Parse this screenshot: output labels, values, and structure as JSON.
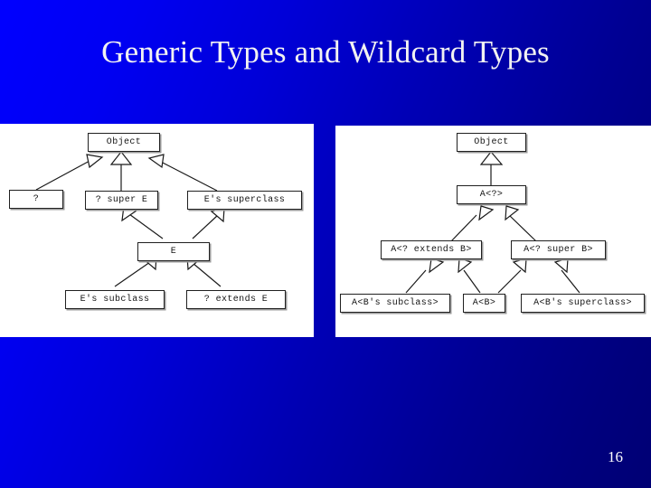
{
  "slide": {
    "title": "Generic Types and Wildcard Types",
    "page_number": "16",
    "background_start_color": "#0000ff",
    "background_end_color": "#000074",
    "title_color": "#f2f2f2"
  },
  "diagrams": [
    {
      "name": "wildcard-type-hierarchy",
      "nodes": [
        {
          "id": "object",
          "label": "Object"
        },
        {
          "id": "question",
          "label": "?"
        },
        {
          "id": "super-e",
          "label": "? super E"
        },
        {
          "id": "e-superclass",
          "label": "E's superclass"
        },
        {
          "id": "e",
          "label": "E"
        },
        {
          "id": "e-subclass",
          "label": "E's subclass"
        },
        {
          "id": "extends-e",
          "label": "? extends E"
        }
      ],
      "edges": [
        {
          "from": "question",
          "to": "object"
        },
        {
          "from": "super-e",
          "to": "object"
        },
        {
          "from": "e-superclass",
          "to": "object"
        },
        {
          "from": "e",
          "to": "super-e"
        },
        {
          "from": "e",
          "to": "e-superclass"
        },
        {
          "from": "e-subclass",
          "to": "e"
        },
        {
          "from": "extends-e",
          "to": "e"
        }
      ]
    },
    {
      "name": "parameterized-type-hierarchy",
      "nodes": [
        {
          "id": "object",
          "label": "Object"
        },
        {
          "id": "a-wild",
          "label": "A<?>"
        },
        {
          "id": "a-extends-b",
          "label": "A<? extends B>"
        },
        {
          "id": "a-super-b",
          "label": "A<? super B>"
        },
        {
          "id": "a-b-subclass",
          "label": "A<B's subclass>"
        },
        {
          "id": "a-b",
          "label": "A<B>"
        },
        {
          "id": "a-b-superclass",
          "label": "A<B's superclass>"
        }
      ],
      "edges": [
        {
          "from": "a-wild",
          "to": "object"
        },
        {
          "from": "a-extends-b",
          "to": "a-wild"
        },
        {
          "from": "a-super-b",
          "to": "a-wild"
        },
        {
          "from": "a-b-subclass",
          "to": "a-extends-b"
        },
        {
          "from": "a-b",
          "to": "a-extends-b"
        },
        {
          "from": "a-b",
          "to": "a-super-b"
        },
        {
          "from": "a-b-superclass",
          "to": "a-super-b"
        }
      ]
    }
  ]
}
